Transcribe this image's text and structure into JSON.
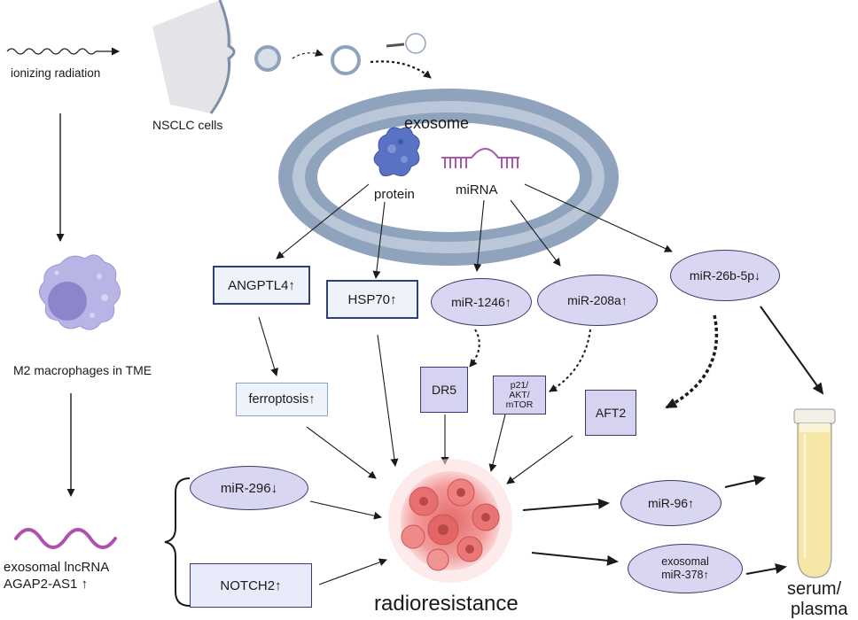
{
  "labels": {
    "ionizing_radiation": "ionizing radiation",
    "nsclc_cells": "NSCLC cells",
    "exosome": "exosome",
    "protein": "protein",
    "mirna": "miRNA",
    "m2_macrophages": "M2 macrophages in TME",
    "lncrna_line1": "exosomal lncRNA",
    "lncrna_line2": "AGAP2-AS1 ↑",
    "radioresistance": "radioresistance",
    "serum_line1": "serum/",
    "serum_line2": "plasma"
  },
  "nodes": {
    "angptl4": "ANGPTL4↑",
    "hsp70": "HSP70↑",
    "mir1246": "miR-1246↑",
    "mir208a": "miR-208a↑",
    "mir26b": "miR-26b-5p↓",
    "ferroptosis": "ferroptosis↑",
    "dr5": "DR5",
    "p21_line1": "p21/",
    "p21_line2": "AKT/",
    "p21_line3": "mTOR",
    "aft2": "AFT2",
    "mir296": "miR-296↓",
    "notch2": "NOTCH2↑",
    "mir96": "miR-96↑",
    "mir378_line1": "exosomal",
    "mir378_line2": "miR-378↑"
  },
  "colors": {
    "exosome_ring": "#8fa3bd",
    "exosome_inner": "#b9c7d8",
    "protein": "#5a72c4",
    "mirna": "#a85aa8",
    "macrophage": "#b9b4e6",
    "tumor": "#ef8f8f",
    "tube_fluid": "#f7e7a6",
    "lncrna_wave": "#b04fb0"
  },
  "icons": [
    "wave-icon",
    "cell-membrane-icon",
    "vesicle-icon",
    "magnifier-icon",
    "protein-icon",
    "mirna-icon",
    "macrophage-icon",
    "tumor-icon",
    "test-tube-icon",
    "brace-icon"
  ]
}
